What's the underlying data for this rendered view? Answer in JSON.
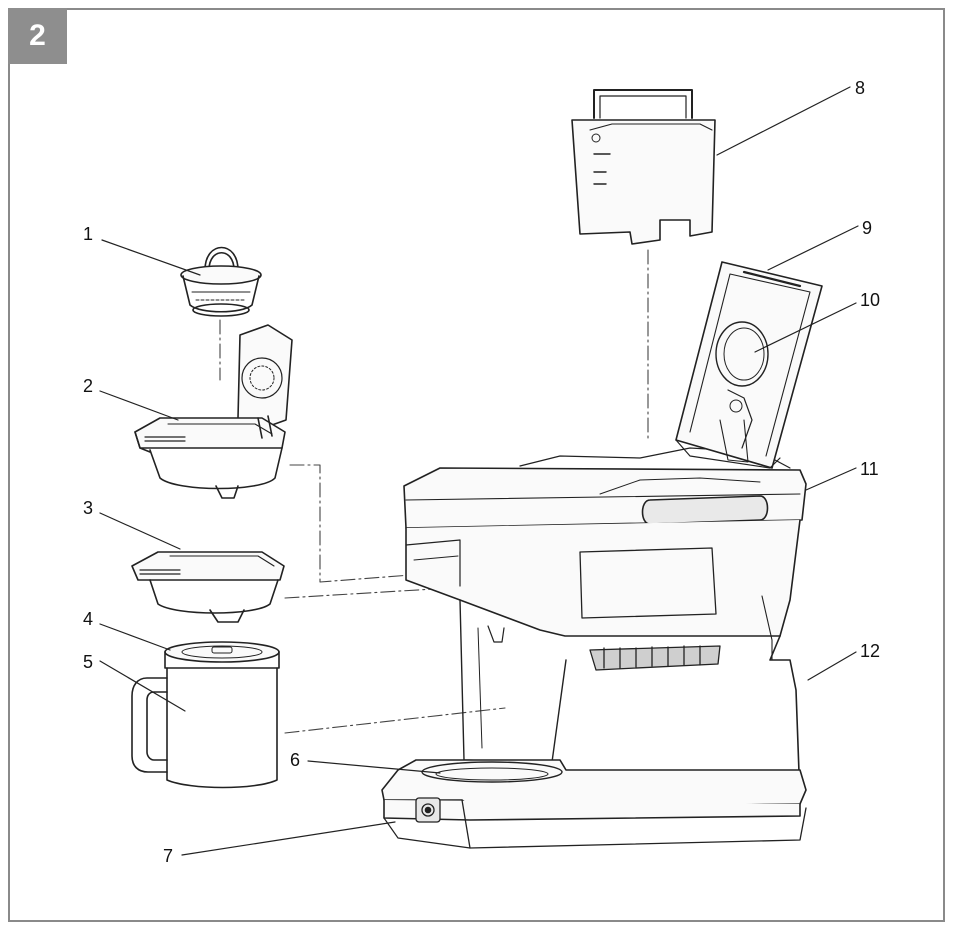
{
  "figure": {
    "number": "2"
  },
  "colors": {
    "frame": "#8a8a8a",
    "badge": "#8e8e8e",
    "line": "#222222",
    "fill": "#fafafa",
    "shade": "#cfcfcf"
  },
  "callouts": [
    "1",
    "2",
    "3",
    "4",
    "5",
    "6",
    "7",
    "8",
    "9",
    "10",
    "11",
    "12"
  ]
}
